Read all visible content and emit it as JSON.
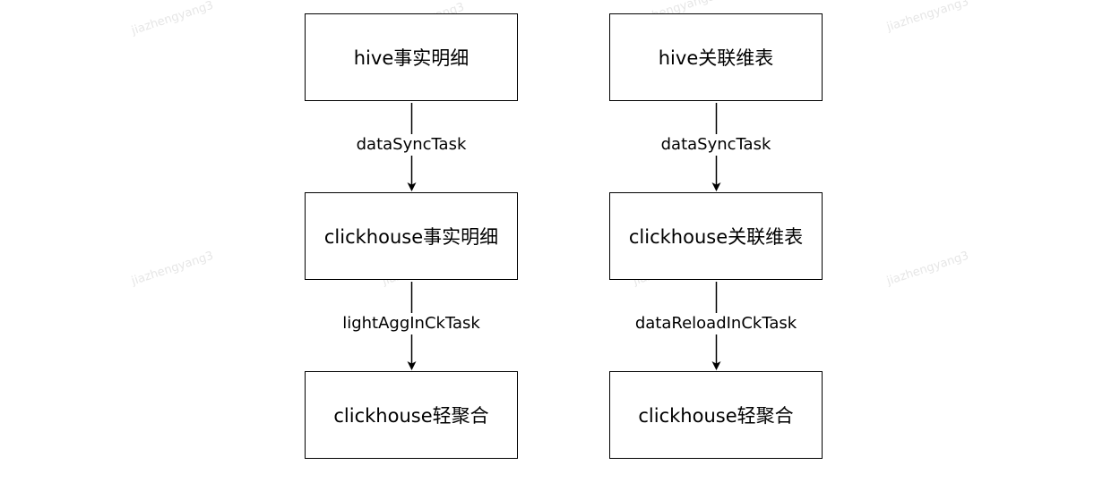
{
  "watermark": "jiazhengyang3",
  "columns": [
    {
      "nodes": [
        "hive事实明细",
        "clickhouse事实明细",
        "clickhouse轻聚合"
      ],
      "edges": [
        "dataSyncTask",
        "lightAggInCkTask"
      ]
    },
    {
      "nodes": [
        "hive关联维表",
        "clickhouse关联维表",
        "clickhouse轻聚合"
      ],
      "edges": [
        "dataSyncTask",
        "dataReloadInCkTask"
      ]
    }
  ]
}
